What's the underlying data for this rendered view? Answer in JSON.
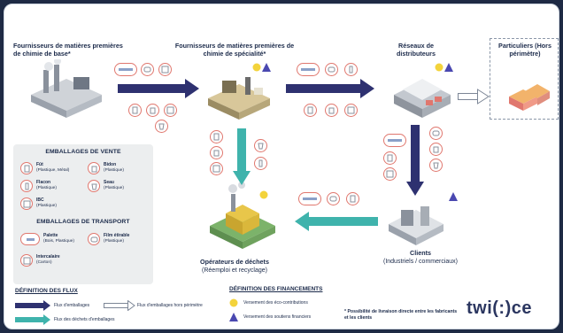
{
  "actors": {
    "base": "Fournisseurs de matières premières de chimie de base*",
    "speciality": "Fournisseurs de matières premières de chimie de spécialité*",
    "distributors": "Réseaux de distributeurs",
    "individuals": "Particuliers (Hors périmètre)",
    "clients_title": "Clients",
    "clients_sub": "(Industriels / commerciaux)",
    "waste_title": "Opérateurs de déchets",
    "waste_sub": "(Réemploi et recyclage)"
  },
  "legend_packaging": {
    "sale_title": "EMBALLAGES DE VENTE",
    "transport_title": "EMBALLAGES DE TRANSPORT",
    "items": [
      {
        "name": "Fût",
        "sub": "(Plastique, Métal)"
      },
      {
        "name": "Bidon",
        "sub": "(Plastique)"
      },
      {
        "name": "Flacon",
        "sub": "(Plastique)"
      },
      {
        "name": "Seau",
        "sub": "(Plastique)"
      },
      {
        "name": "IBC",
        "sub": "(Plastique)"
      },
      {
        "name": "Palette",
        "sub": "(Bois, Plastique)"
      },
      {
        "name": "Film étirable",
        "sub": "(Plastique)"
      },
      {
        "name": "Intercalaire",
        "sub": "(Carton)"
      }
    ]
  },
  "legend_flows": {
    "title": "DÉFINITION DES FLUX",
    "packaging_flow": "Flux d'emballages",
    "out_of_scope_flow": "Flux d'emballages hors périmètre",
    "waste_flow": "Flux des déchets d'emballages"
  },
  "legend_finance": {
    "title": "DÉFINITION DES FINANCEMENTS",
    "eco": "Versement des éco-contributions",
    "support": "Versement des soutiens financiers"
  },
  "footnote": "* Possibilité de livraison directe entre les fabricants et les clients",
  "logo": "twi(:)ce",
  "colors": {
    "navy": "#2e3170",
    "teal": "#3fb3ac",
    "coral": "#e0776e",
    "yellow": "#f3d33b",
    "purple": "#4a48b0"
  }
}
